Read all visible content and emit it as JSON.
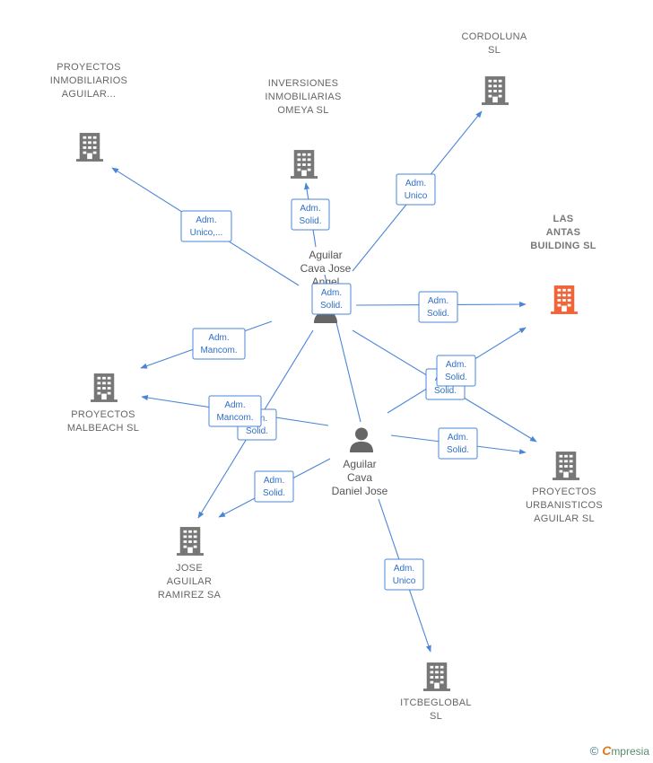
{
  "colors": {
    "company": "#777777",
    "focus": "#f0643a",
    "edge": "#4a86d6",
    "person": "#666666"
  },
  "companies": [
    {
      "id": "proyectos-inmobiliarios",
      "lines": [
        "PROYECTOS",
        "INMOBILIARIOS",
        "AGUILAR..."
      ],
      "focus": false
    },
    {
      "id": "inversiones-omeya",
      "lines": [
        "INVERSIONES",
        "INMOBILIARIAS",
        "OMEYA  SL"
      ],
      "focus": false
    },
    {
      "id": "cordoluna",
      "lines": [
        "CORDOLUNA",
        "SL"
      ],
      "focus": false
    },
    {
      "id": "las-antas",
      "lines": [
        "LAS",
        "ANTAS",
        "BUILDING  SL"
      ],
      "focus": true
    },
    {
      "id": "proyectos-malbeach",
      "lines": [
        "PROYECTOS",
        "MALBEACH  SL"
      ],
      "focus": false
    },
    {
      "id": "proyectos-urbanisticos",
      "lines": [
        "PROYECTOS",
        "URBANISTICOS",
        "AGUILAR SL"
      ],
      "focus": false
    },
    {
      "id": "jose-aguilar",
      "lines": [
        "JOSE",
        "AGUILAR",
        "RAMIREZ SA"
      ],
      "focus": false
    },
    {
      "id": "itcbeglobal",
      "lines": [
        "ITCBEGLOBAL",
        "SL"
      ],
      "focus": false
    }
  ],
  "people": [
    {
      "id": "aguilar-jose-angel",
      "lines": [
        "Aguilar",
        "Cava Jose",
        "Angel"
      ]
    },
    {
      "id": "aguilar-daniel-jose",
      "lines": [
        "Aguilar",
        "Cava",
        "Daniel Jose"
      ]
    }
  ],
  "relations": [
    {
      "id": "r1",
      "lines": [
        "Adm.",
        "Unico,..."
      ]
    },
    {
      "id": "r2",
      "lines": [
        "Adm.",
        "Solid."
      ]
    },
    {
      "id": "r3",
      "lines": [
        "Adm.",
        "Unico"
      ]
    },
    {
      "id": "r4",
      "lines": [
        "Adm.",
        "Solid."
      ]
    },
    {
      "id": "r5",
      "lines": [
        "Adm.",
        "Mancom."
      ]
    },
    {
      "id": "r6",
      "lines": [
        "Adm.",
        "Solid."
      ]
    },
    {
      "id": "r7",
      "lines": [
        "Adm.",
        "Solid."
      ]
    },
    {
      "id": "r8",
      "lines": [
        "Adm.",
        "Solid."
      ]
    },
    {
      "id": "r9",
      "lines": [
        "Adm.",
        "Solid."
      ]
    },
    {
      "id": "r10",
      "lines": [
        "Adm.",
        "Mancom."
      ]
    },
    {
      "id": "r11",
      "lines": [
        "Adm.",
        "Solid."
      ]
    },
    {
      "id": "r12",
      "lines": [
        "Adm.",
        "Solid."
      ]
    },
    {
      "id": "r13",
      "lines": [
        "Adm.",
        "Unico"
      ]
    },
    {
      "id": "r14",
      "lines": [
        "Adm.",
        "Solid."
      ]
    }
  ],
  "brand": {
    "copyright": "©",
    "initial": "C",
    "name": "mpresia"
  }
}
